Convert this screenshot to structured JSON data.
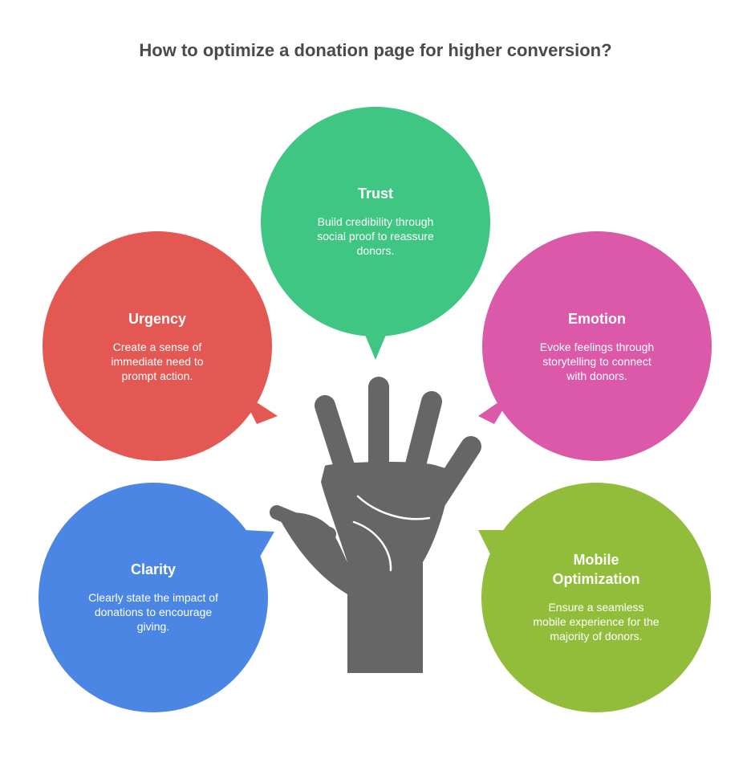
{
  "title": "How to optimize a donation page for higher conversion?",
  "colors": {
    "trust": "#3ec682",
    "urgency": "#e35852",
    "emotion": "#dc58a8",
    "clarity": "#4b86e4",
    "mobile": "#92bd3b",
    "hand": "#666666"
  },
  "icon": "open-hand-icon",
  "bubbles": {
    "trust": {
      "heading": "Trust",
      "desc": "Build credibility through social proof to reassure donors."
    },
    "urgency": {
      "heading": "Urgency",
      "desc": "Create a sense of immediate need to prompt action."
    },
    "emotion": {
      "heading": "Emotion",
      "desc": "Evoke feelings through storytelling to connect with donors."
    },
    "clarity": {
      "heading": "Clarity",
      "desc": "Clearly state the impact of donations to encourage giving."
    },
    "mobile": {
      "heading": "Mobile Optimization",
      "desc": "Ensure a seamless mobile experience for the majority of donors."
    }
  }
}
